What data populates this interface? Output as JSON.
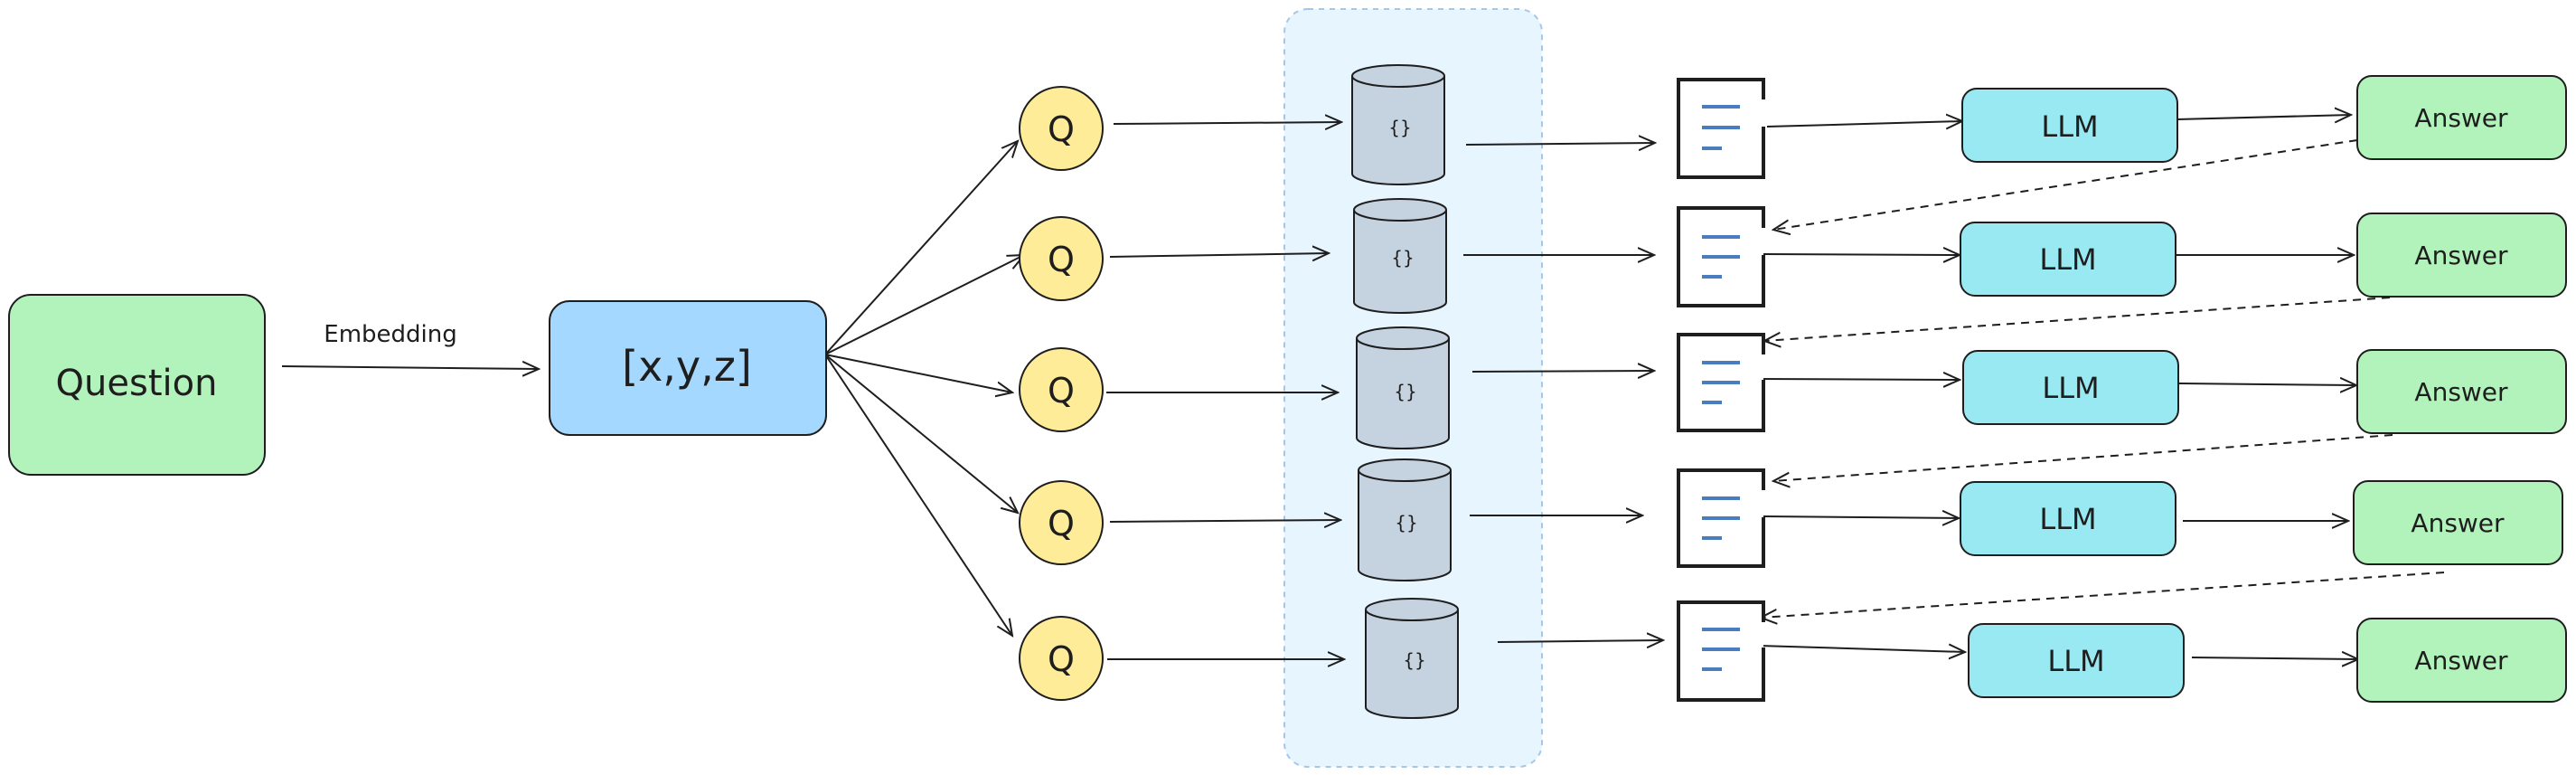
{
  "question": {
    "label": "Question",
    "color": "#b2f2bb"
  },
  "edge_label": "Embedding",
  "vector": {
    "label": "[x,y,z]",
    "color": "#a5d8ff"
  },
  "query_label": "Q",
  "query_color": "#ffec99",
  "database_color": "#c5d3e0",
  "database_glyph": "{}",
  "db_group_color": "#e7f5ff",
  "document_icon": "document-lines-icon",
  "llm_label": "LLM",
  "llm_color": "#99e9f2",
  "answer_label": "Answer",
  "answer_color": "#b2f2bb",
  "rows": 5
}
